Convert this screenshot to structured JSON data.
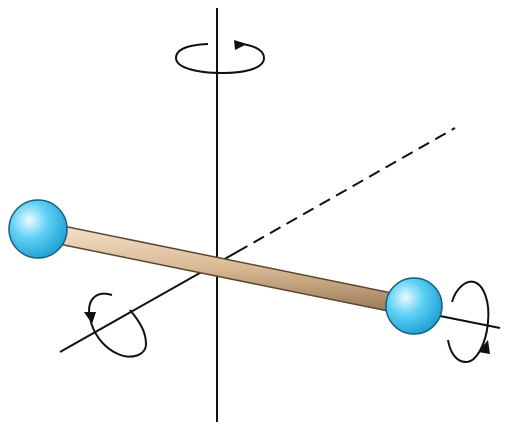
{
  "diagram": {
    "subject": "diatomic-molecule-rotation-axes",
    "colors": {
      "background": "#ffffff",
      "axis_line": "#111111",
      "bond_fill": "#d9b994",
      "bond_edge": "#5a4632",
      "atom_light": "#e8fbff",
      "atom_mid": "#5fd0f5",
      "atom_dark": "#1f9fd3",
      "atom_edge": "#1a5f7f"
    },
    "atoms": [
      {
        "name": "left-atom"
      },
      {
        "name": "right-atom"
      }
    ],
    "axes": [
      {
        "name": "vertical-axis",
        "style": "solid"
      },
      {
        "name": "depth-axis",
        "style": "dashed-back-solid-front"
      },
      {
        "name": "bond-axis",
        "style": "solid"
      }
    ],
    "rotation_arrows": [
      {
        "name": "vertical-rotation-arrow",
        "about": "vertical-axis"
      },
      {
        "name": "depth-rotation-arrow",
        "about": "depth-axis"
      },
      {
        "name": "bond-rotation-arrow",
        "about": "bond-axis"
      }
    ]
  }
}
